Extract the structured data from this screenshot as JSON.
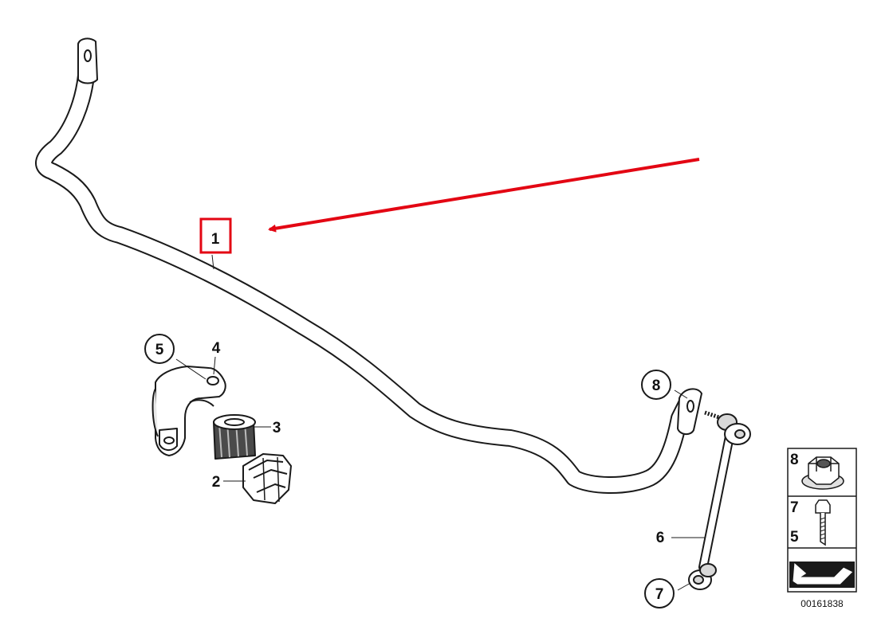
{
  "diagram": {
    "callouts": {
      "c1": "1",
      "c2": "2",
      "c3": "3",
      "c4": "4",
      "c5": "5",
      "c6": "6",
      "c7": "7",
      "c8": "8"
    },
    "legend": {
      "n8": "8",
      "n7": "7",
      "n5": "5"
    },
    "reference_number": "00161838",
    "highlight_color": "#e30613"
  }
}
